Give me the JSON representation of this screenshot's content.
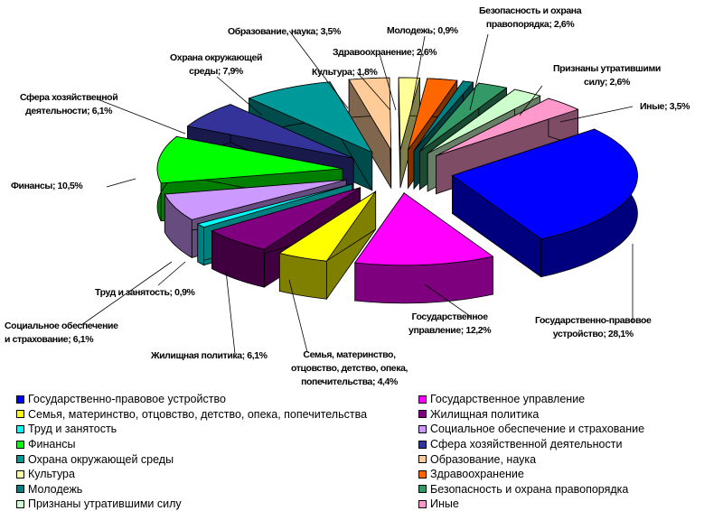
{
  "chart_data": {
    "type": "pie",
    "style": "3d-exploded",
    "slices": [
      {
        "name": "Государственно-правовое устройство",
        "value": 28.1,
        "label": [
          "Государственно-правовое",
          "устройство; 28,1%"
        ],
        "color": "#0000FF"
      },
      {
        "name": "Государственное управление",
        "value": 12.2,
        "label": [
          "Государственное",
          "управление; 12,2%"
        ],
        "color": "#FF00FF"
      },
      {
        "name": "Семья, материнство, отцовство, детство, опека, попечительства",
        "value": 4.4,
        "label": [
          "Семья, материнство,",
          "отцовство, детство, опека,",
          "попечительства; 4,4%"
        ],
        "color": "#FFFF00"
      },
      {
        "name": "Жилищная политика",
        "value": 6.1,
        "label": [
          "Жилищная политика; 6,1%"
        ],
        "color": "#800080"
      },
      {
        "name": "Труд и занятость",
        "value": 0.9,
        "label": [
          "Труд и занятость; 0,9%"
        ],
        "color": "#00FFFF"
      },
      {
        "name": "Социальное обеспечение и страхование",
        "value": 6.1,
        "label": [
          "Социальное обеспечение",
          "и страхование; 6,1%"
        ],
        "color": "#CC99FF"
      },
      {
        "name": "Финансы",
        "value": 10.5,
        "label": [
          "Финансы; 10,5%"
        ],
        "color": "#00FF00"
      },
      {
        "name": "Сфера хозяйственной деятельности",
        "value": 6.1,
        "label": [
          "Сфера хозяйственной",
          "деятельности; 6,1%"
        ],
        "color": "#333399"
      },
      {
        "name": "Охрана окружающей среды",
        "value": 7.9,
        "label": [
          "Охрана окружающей",
          "среды; 7,9%"
        ],
        "color": "#009999"
      },
      {
        "name": "Образование, наука",
        "value": 3.5,
        "label": [
          "Образование, наука; 3,5%"
        ],
        "color": "#FFCC99"
      },
      {
        "name": "Культура",
        "value": 1.8,
        "label": [
          "Культура; 1,8%"
        ],
        "color": "#FFFF99"
      },
      {
        "name": "Здравоохранение",
        "value": 2.6,
        "label": [
          "Здравоохранение; 2,6%"
        ],
        "color": "#FF6600"
      },
      {
        "name": "Молодежь",
        "value": 0.9,
        "label": [
          "Молодежь; 0,9%"
        ],
        "color": "#008080"
      },
      {
        "name": "Безопасность и охрана правопорядка",
        "value": 2.6,
        "label": [
          "Безопасность и охрана",
          "правопорядка; 2,6%"
        ],
        "color": "#339966"
      },
      {
        "name": "Признаны утратившими силу",
        "value": 2.6,
        "label": [
          "Признаны утратившими",
          "силу; 2,6%"
        ],
        "color": "#CCFFCC"
      },
      {
        "name": "Иные",
        "value": 3.5,
        "label": [
          "Иные; 3,5%"
        ],
        "color": "#FF99CC"
      }
    ],
    "legend_position": "bottom"
  }
}
